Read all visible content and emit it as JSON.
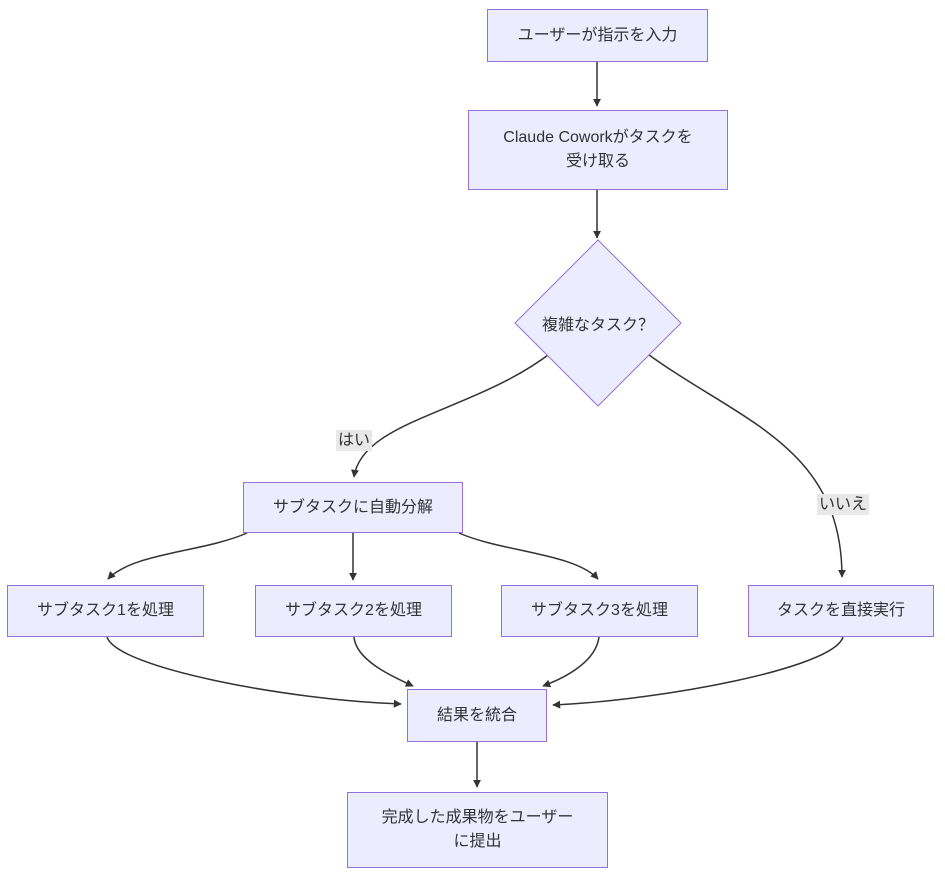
{
  "diagram": {
    "type": "flowchart",
    "direction": "top-down",
    "colors": {
      "node_fill": "#ECECFF",
      "node_border": "#9370DB",
      "edge_stroke": "#333333",
      "edge_label_bg": "#e8e8e8",
      "text": "#333333",
      "background": "#ffffff"
    },
    "nodes": [
      {
        "id": "user_input",
        "shape": "rect",
        "label": "ユーザーが指示を入力"
      },
      {
        "id": "receive_task",
        "shape": "rect",
        "label": [
          "Claude Coworkがタスクを",
          "受け取る"
        ]
      },
      {
        "id": "complex_check",
        "shape": "diamond",
        "label": "複雑なタスク？"
      },
      {
        "id": "decompose",
        "shape": "rect",
        "label": "サブタスクに自動分解"
      },
      {
        "id": "subtask1",
        "shape": "rect",
        "label": "サブタスク1を処理"
      },
      {
        "id": "subtask2",
        "shape": "rect",
        "label": "サブタスク2を処理"
      },
      {
        "id": "subtask3",
        "shape": "rect",
        "label": "サブタスク3を処理"
      },
      {
        "id": "direct_exec",
        "shape": "rect",
        "label": "タスクを直接実行"
      },
      {
        "id": "integrate",
        "shape": "rect",
        "label": "結果を統合"
      },
      {
        "id": "deliver",
        "shape": "rect",
        "label": [
          "完成した成果物をユーザー",
          "に提出"
        ]
      }
    ],
    "edges": [
      {
        "from": "user_input",
        "to": "receive_task",
        "label": ""
      },
      {
        "from": "receive_task",
        "to": "complex_check",
        "label": ""
      },
      {
        "from": "complex_check",
        "to": "decompose",
        "label": "はい"
      },
      {
        "from": "complex_check",
        "to": "direct_exec",
        "label": "いいえ"
      },
      {
        "from": "decompose",
        "to": "subtask1",
        "label": ""
      },
      {
        "from": "decompose",
        "to": "subtask2",
        "label": ""
      },
      {
        "from": "decompose",
        "to": "subtask3",
        "label": ""
      },
      {
        "from": "subtask1",
        "to": "integrate",
        "label": ""
      },
      {
        "from": "subtask2",
        "to": "integrate",
        "label": ""
      },
      {
        "from": "subtask3",
        "to": "integrate",
        "label": ""
      },
      {
        "from": "direct_exec",
        "to": "integrate",
        "label": ""
      },
      {
        "from": "integrate",
        "to": "deliver",
        "label": ""
      }
    ]
  }
}
